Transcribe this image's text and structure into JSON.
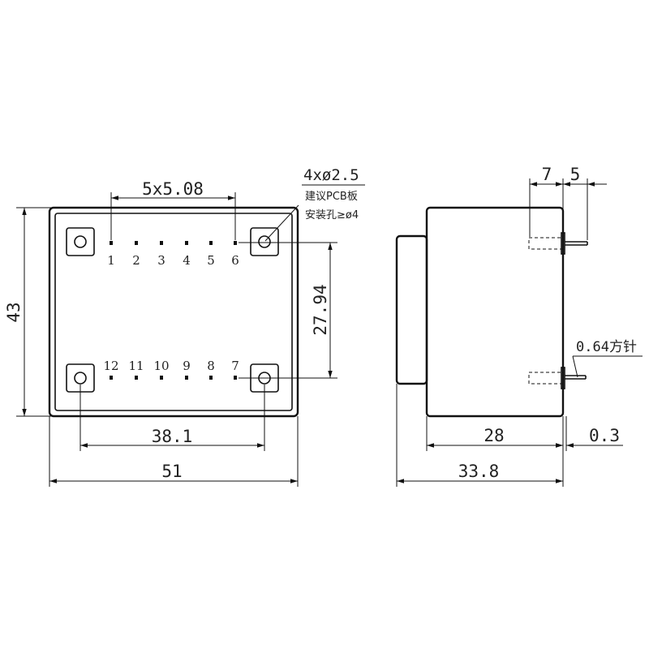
{
  "front_view": {
    "pins_top": [
      "1",
      "2",
      "3",
      "4",
      "5",
      "6"
    ],
    "pins_bottom": [
      "12",
      "11",
      "10",
      "9",
      "8",
      "7"
    ],
    "dims": {
      "pin_pitch": "5x5.08",
      "row_spacing": "27.94",
      "height": "43",
      "hole_spacing": "38.1",
      "width": "51"
    },
    "hole_note": {
      "line1": "4xø2.5",
      "line2": "建议PCB板",
      "line3": "安装孔≥ø4"
    }
  },
  "side_view": {
    "dims": {
      "pin_offset": "7",
      "pin_length": "5",
      "body_depth": "28",
      "flange": "0.3",
      "total_depth": "33.8"
    },
    "pin_note": "0.64方针"
  }
}
